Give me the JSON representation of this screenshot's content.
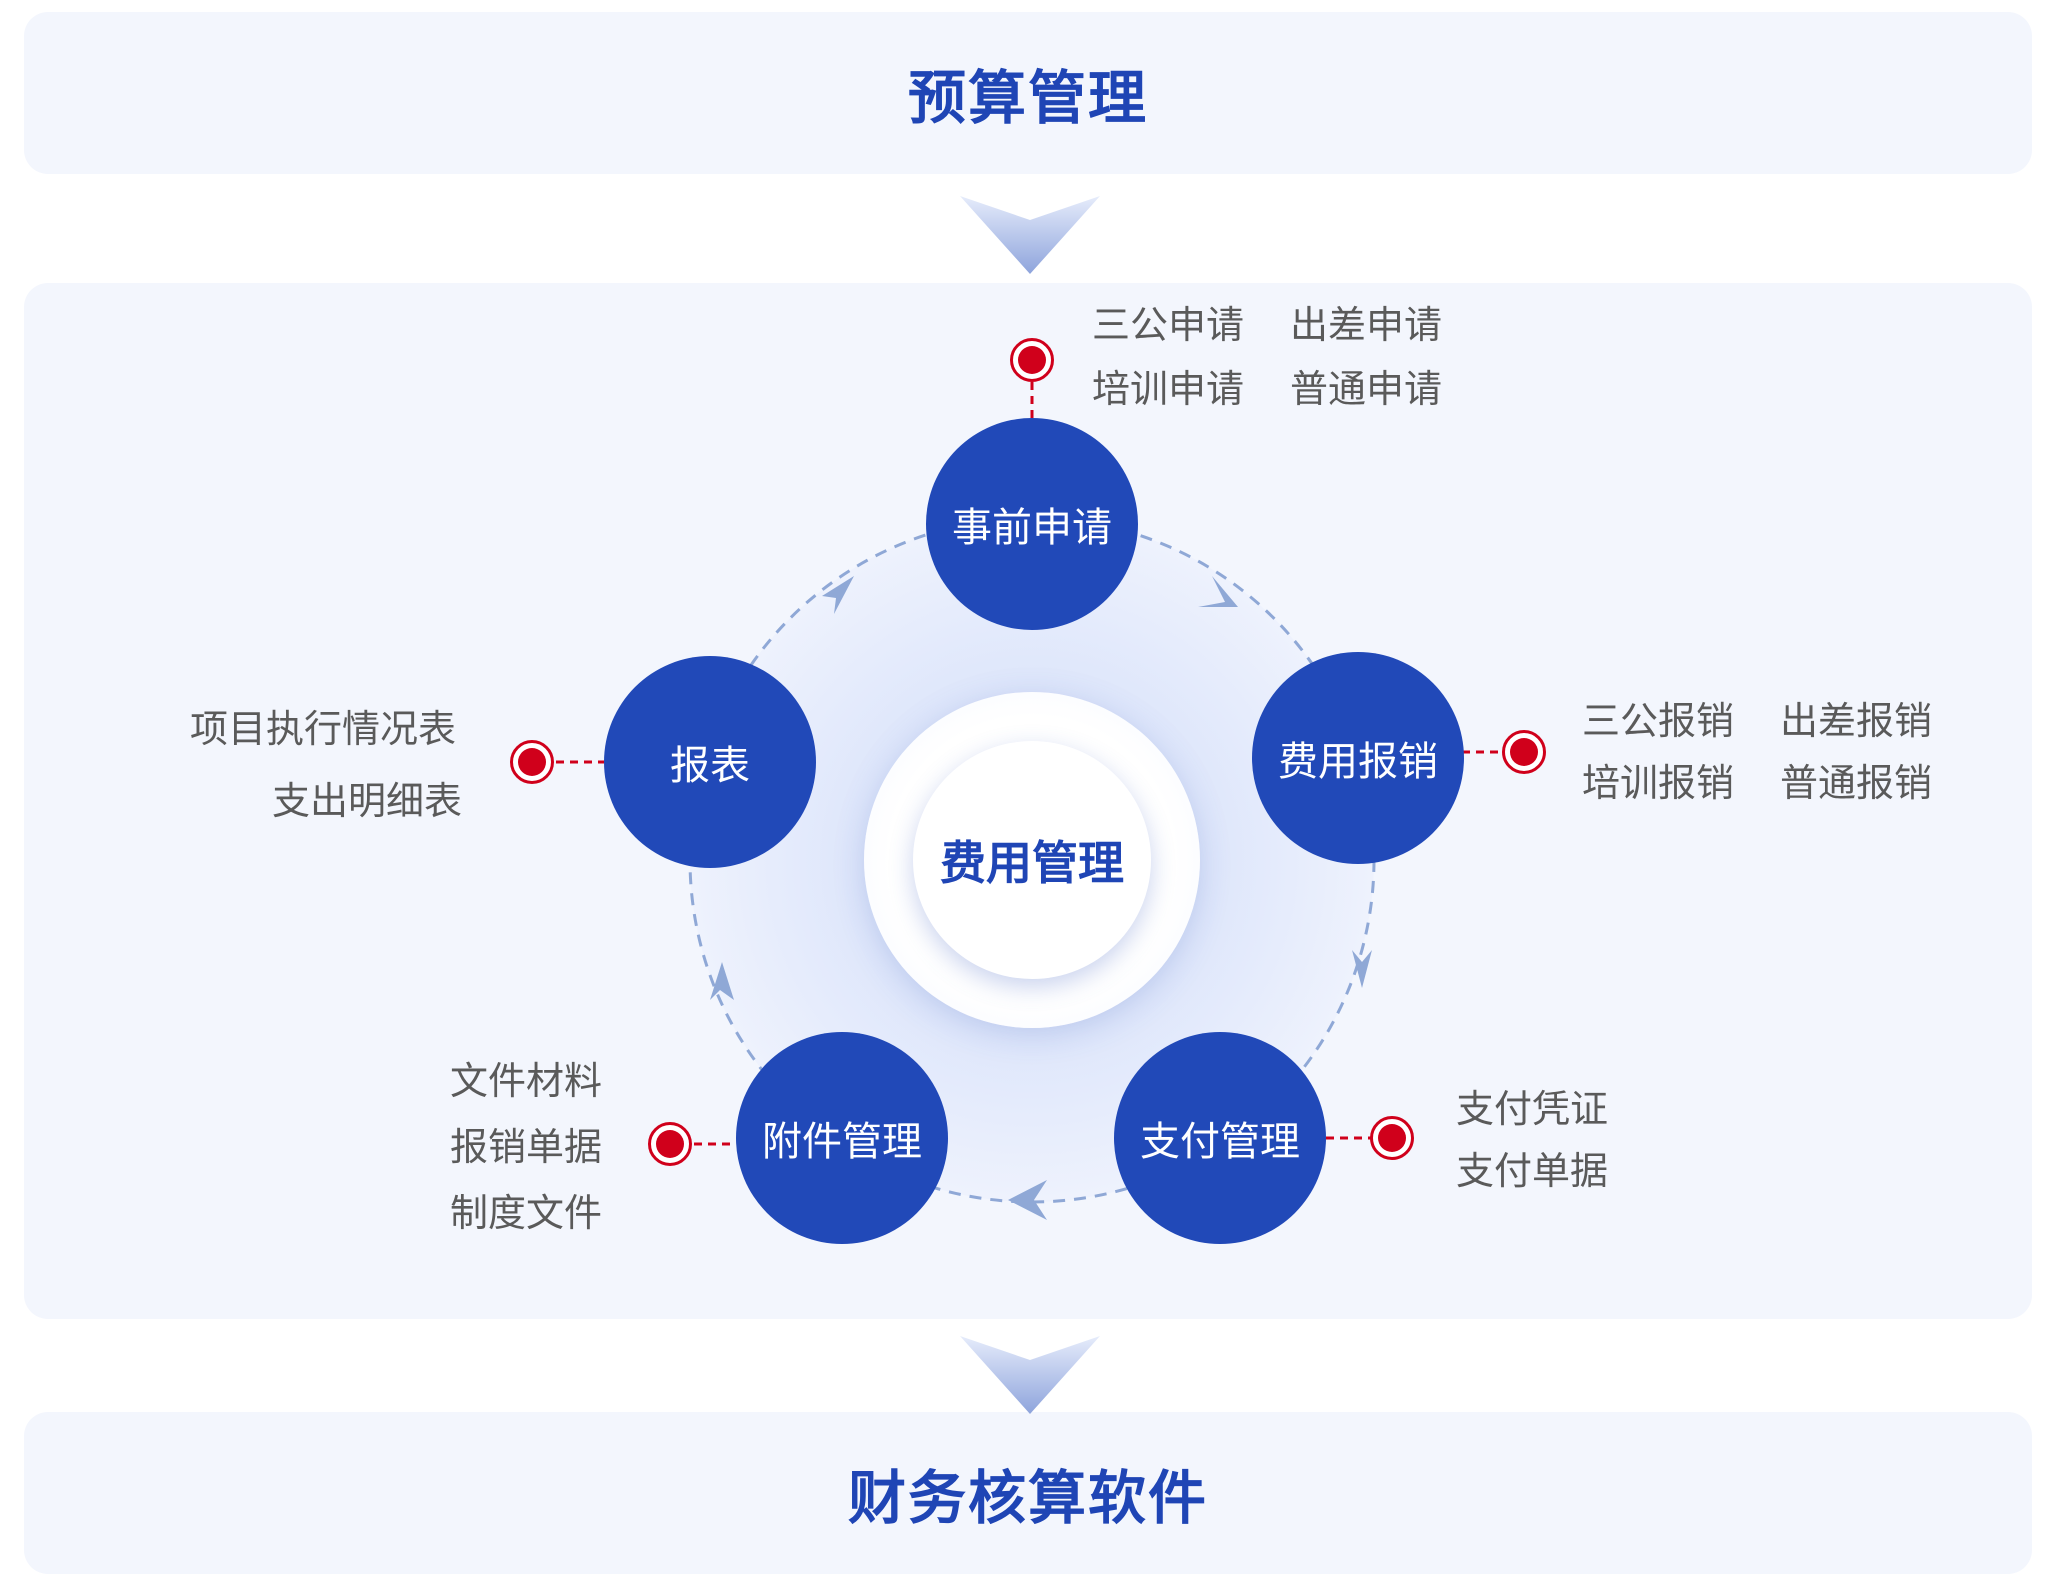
{
  "top_panel": {
    "title": "预算管理"
  },
  "bottom_panel": {
    "title": "财务核算软件"
  },
  "center": {
    "label": "费用管理"
  },
  "nodes": {
    "pre_application": {
      "label": "事前申请",
      "items": [
        "三公申请",
        "出差申请",
        "培训申请",
        "普通申请"
      ]
    },
    "expense_reimbursement": {
      "label": "费用报销",
      "items": [
        "三公报销",
        "出差报销",
        "培训报销",
        "普通报销"
      ]
    },
    "payment_management": {
      "label": "支付管理",
      "items": [
        "支付凭证",
        "支付单据"
      ]
    },
    "attachment_management": {
      "label": "附件管理",
      "items": [
        "文件材料",
        "报销单据",
        "制度文件"
      ]
    },
    "reports": {
      "label": "报表",
      "items": [
        "项目执行情况表",
        "支出明细表"
      ]
    }
  },
  "colors": {
    "node_fill": "#2149b8",
    "title_text": "#1f45b5",
    "marker_red": "#d0001b",
    "cycle_dash": "#8fa8d6",
    "panel_bg": "#f3f6fd"
  }
}
